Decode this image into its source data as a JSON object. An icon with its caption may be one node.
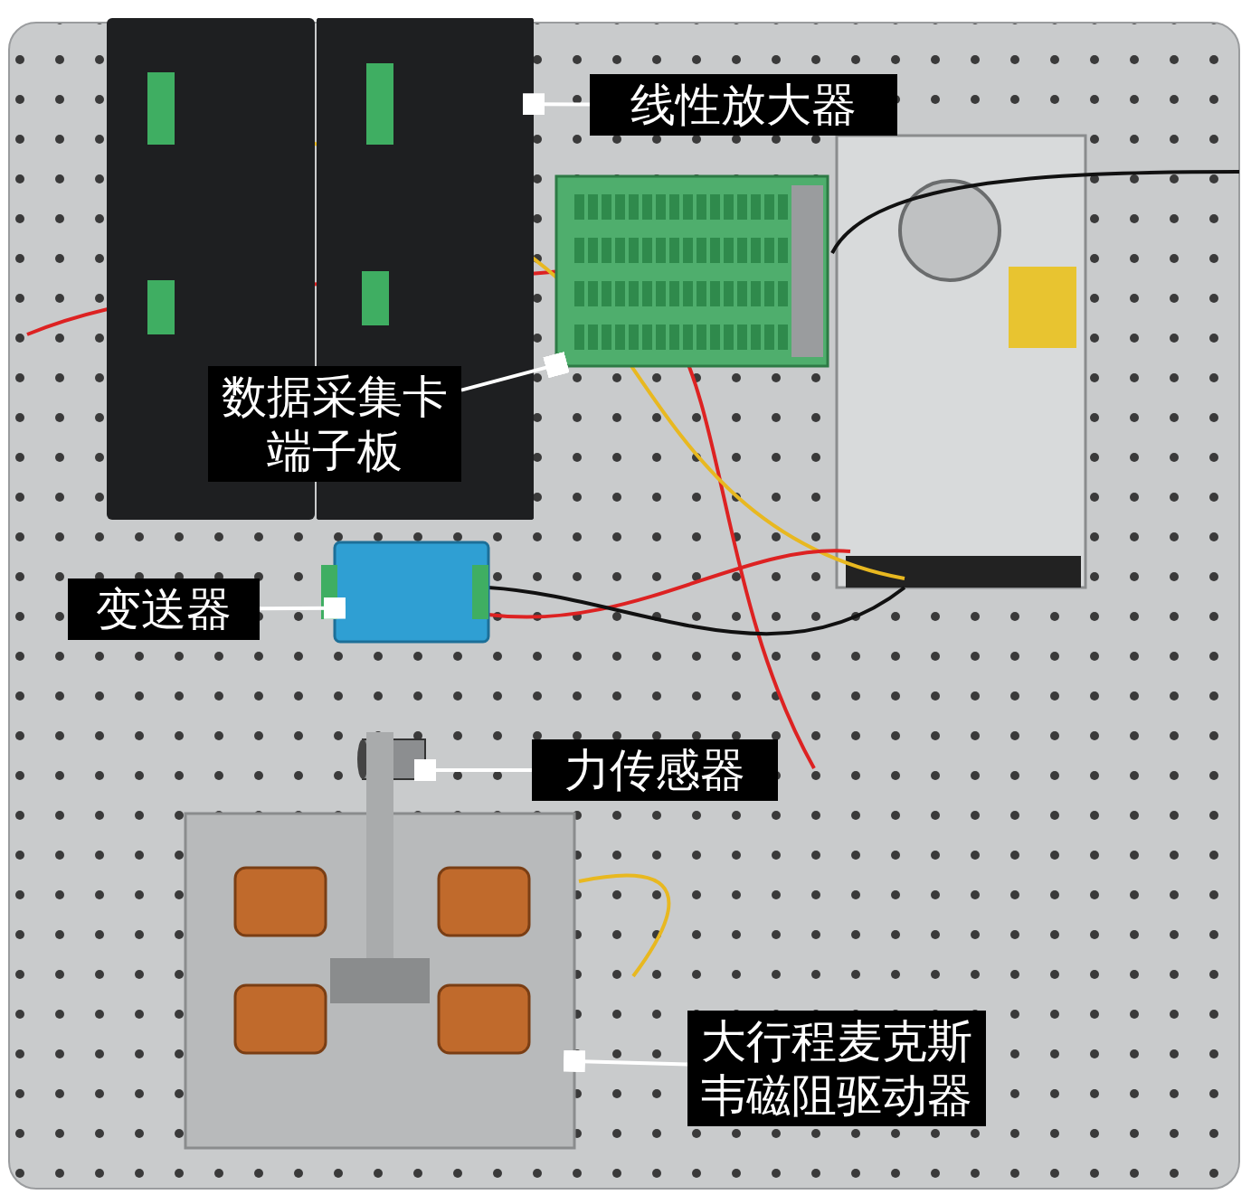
{
  "diagram": {
    "nodes": [
      {
        "text": [
          "线性放大器"
        ]
      },
      {
        "text": [],
        "shape": "box"
      },
      {
        "text": [
          "数据采集卡端子板"
        ]
      },
      {
        "text": [],
        "shape": "box"
      },
      {
        "text": [
          "变送器"
        ]
      },
      {
        "text": [],
        "shape": "box"
      },
      {
        "text": [
          "力传感器"
        ]
      },
      {
        "text": [],
        "shape": "cylinder"
      },
      {
        "text": [
          "大行程麦克斯韦磁阻驱动器"
        ]
      },
      {
        "text": [],
        "shape": "box"
      }
    ],
    "edges": [
      {
        "from": 0,
        "to": 1,
        "arrow": "other"
      },
      {
        "from": 2,
        "to": 3,
        "arrow": "other"
      },
      {
        "from": 4,
        "to": 5,
        "arrow": "other"
      },
      {
        "from": 6,
        "to": 7,
        "arrow": "other"
      },
      {
        "from": 8,
        "to": 9,
        "arrow": "other"
      }
    ]
  }
}
